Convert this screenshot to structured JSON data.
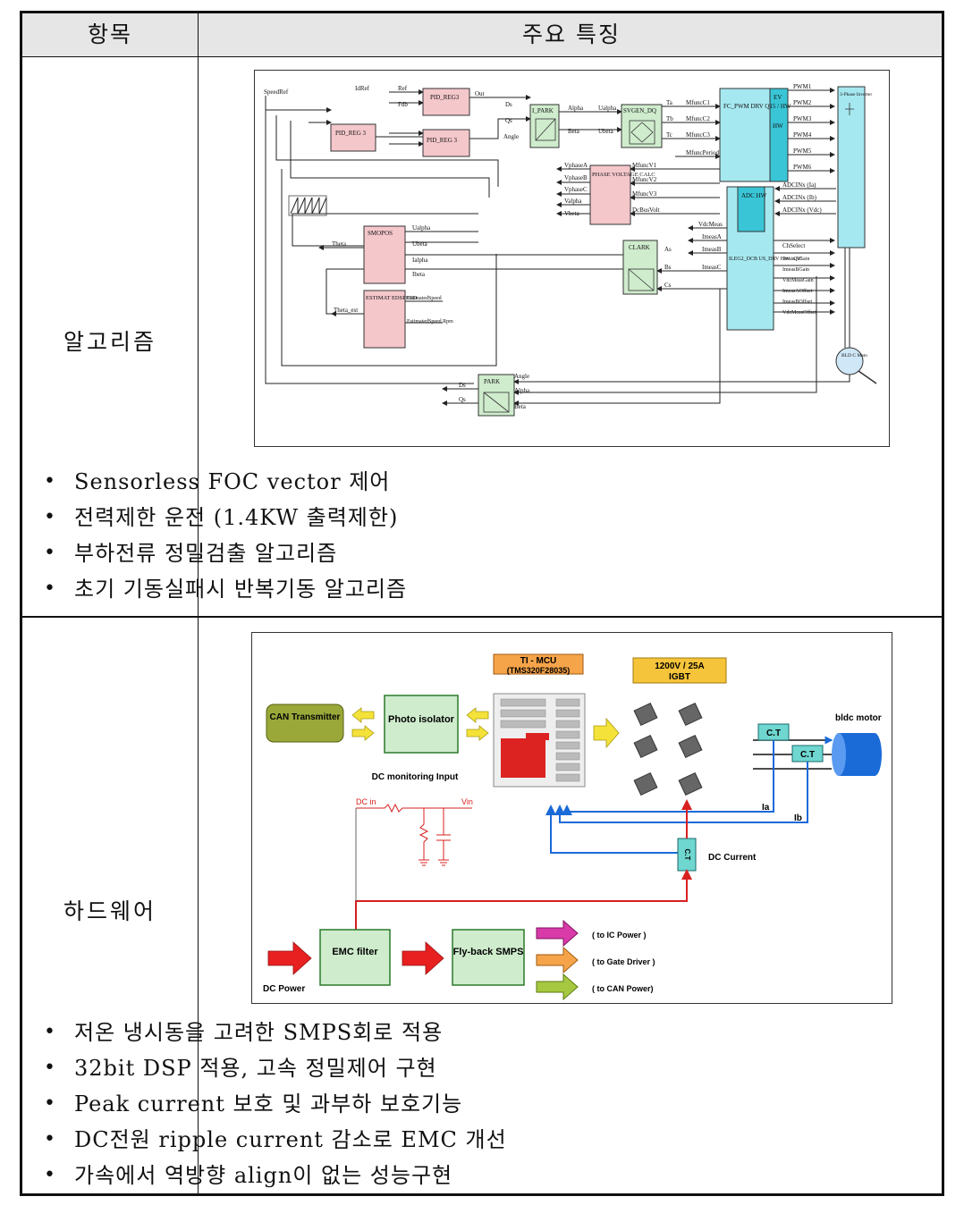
{
  "header": {
    "col1": "항목",
    "col2": "주요 특징"
  },
  "rows": [
    {
      "label": "알고리즘",
      "diagram": {
        "blocks": {
          "pid_reg3_top": "PID_REG3",
          "pid_reg3_left": "PID_REG 3",
          "pid_reg3_mid": "PID_REG 3",
          "ipark": "I_PARK",
          "svgen": "SVGEN_DQ",
          "fc_pwm": "FC_PWM DRV Q15 / HW",
          "ev": "EV",
          "hw": "HW",
          "inverter": "3-Phase Inverter",
          "phase_volt": "PHASE VOLTAGE CALC",
          "adc_hw": "ADC HW",
          "ileg": "ILEG2_DCB US_DRV HW / Q15",
          "smopos": "SMOPOS",
          "estimated_speed": "ESTIMAT EDSPEED",
          "clark": "CLARK",
          "park": "PARK",
          "motor": "BLD C Mato"
        },
        "signals": {
          "speedref": "SpeedRef",
          "idref": "IdRef",
          "ref": "Ref",
          "fdb": "Fdb",
          "out": "Out",
          "ds": "Ds",
          "qs": "Qs",
          "alpha": "Alpha",
          "beta": "Beta",
          "angle": "Angle",
          "ualpha": "Ualpha",
          "ubeta": "Ubeta",
          "ta": "Ta",
          "tb": "Tb",
          "tc": "Tc",
          "mfunc1": "MfuncC1",
          "mfunc2": "MfuncC2",
          "mfunc3": "MfuncC3",
          "mfuncp": "MfuncPeriod",
          "pwm1": "PWM1",
          "pwm2": "PWM2",
          "pwm3": "PWM3",
          "pwm4": "PWM4",
          "pwm5": "PWM5",
          "pwm6": "PWM6",
          "adc_ia": "ADCINx (Ia)",
          "adc_ib": "ADCINx (Ib)",
          "adc_vdc": "ADCINx (Vdc)",
          "va": "VphaseA",
          "vb": "VphaseB",
          "vc": "VphaseC",
          "valpha": "Valpha",
          "vbeta": "Vbeta",
          "v1": "MfuncV1",
          "v2": "MfuncV2",
          "v3": "MfuncV3",
          "dcbus": "DcBusVolt",
          "vdcmeas": "VdcMeas",
          "imeasa": "ImeasA",
          "imeasb": "ImeasB",
          "imeasc": "ImeasC",
          "as": "As",
          "bs": "Bs",
          "cs": "Cs",
          "chsel": "ChSelect",
          "again": "ImeasAGain",
          "bgain": "ImeasBGain",
          "vgain": "VdcMeasGain",
          "aoff": "ImeasAOffset",
          "boff": "ImeasBOffset",
          "voff": "VdcMeasOffset",
          "theta": "Theta",
          "ialpha": "Ialpha",
          "ibeta": "Ibeta",
          "theta_est": "Theta_est",
          "est_pu": "EstimatedSpeed",
          "est_rpm": "EstimatedSpeed Rpm"
        }
      },
      "bullets": [
        "Sensorless FOC vector 제어",
        "전력제한 운전 (1.4KW 출력제한)",
        "부하전류 정밀검출 알고리즘",
        "초기 기동실패시 반복기동 알고리즘"
      ]
    },
    {
      "label": "하드웨어",
      "diagram": {
        "can": "CAN Transmitter",
        "photo": "Photo isolator",
        "mcu_tag": "TI - MCU",
        "mcu_part": "(TMS320F28035)",
        "igbt_tag": "1200V / 25A",
        "igbt_sub": "IGBT",
        "motor": "bldc motor",
        "ct": "C.T",
        "dc_mon": "DC monitoring Input",
        "dc_in": "DC in",
        "vin": "Vin",
        "ia": "Ia",
        "ib": "Ib",
        "dc_current": "DC Current",
        "emc": "EMC filter",
        "smps": "Fly-back SMPS",
        "to_ic": "( to  IC Power )",
        "to_gate": "( to  Gate Driver )",
        "to_can": "( to  CAN Power)",
        "dc_power": "DC Power"
      },
      "bullets": [
        "저온 냉시동을 고려한 SMPS회로 적용",
        "32bit DSP 적용, 고속 정밀제어 구현",
        "Peak current 보호 및 과부하 보호기능",
        "DC전원 ripple current 감소로 EMC 개선",
        "가속에서 역방향 align이 없는 성능구현"
      ]
    }
  ],
  "colors": {
    "header_bg": "#e6e6e6",
    "pink": "#f4c7cb",
    "cyan": "#a6e8f0",
    "green": "#cfeccd",
    "olive": "#9aa83a",
    "orange": "#f6a44a",
    "yellow": "#f4e23a"
  }
}
